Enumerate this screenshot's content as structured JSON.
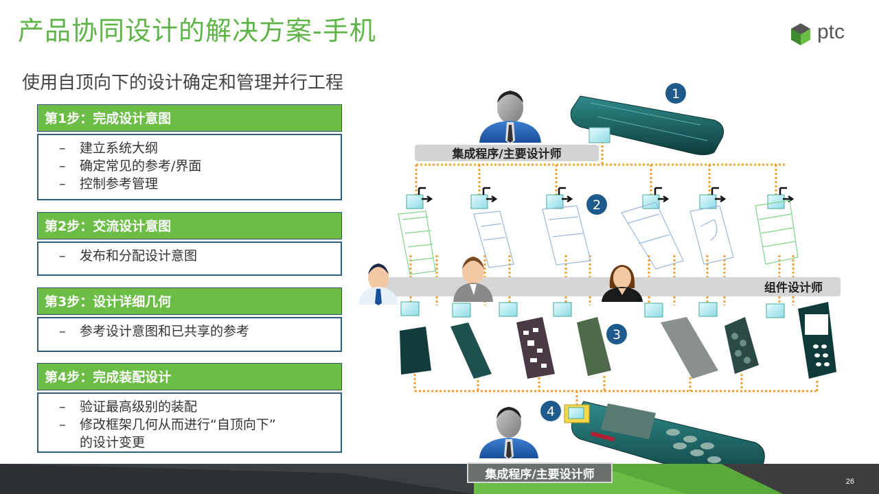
{
  "header": {
    "title": "产品协同设计的解决方案-手机",
    "logo_text": "ptc"
  },
  "subtitle": "使用自顶向下的设计确定和管理并行工程",
  "steps": [
    {
      "heading": "第1步：完成设计意图",
      "bullets": [
        "建立系统大纲",
        "确定常见的参考/界面",
        "控制参考管理"
      ]
    },
    {
      "heading": "第2步：交流设计意图",
      "bullets": [
        "发布和分配设计意图"
      ]
    },
    {
      "heading": "第3步：设计详细几何",
      "bullets": [
        "参考设计意图和已共享的参考"
      ]
    },
    {
      "heading": "第4步：完成装配设计",
      "bullets": [
        "验证最高级别的装配",
        "修改框架几何从而进行“自顶向下”",
        "的设计变更"
      ]
    }
  ],
  "bullet_dash": "–",
  "diagram": {
    "top_role_label": "集成程序/主要设计师",
    "component_role_label": "组件设计师",
    "bottom_role_label": "集成程序/主要设计师",
    "markers": [
      "1",
      "2",
      "3",
      "4"
    ]
  },
  "page_number": "26",
  "colors": {
    "title_green": "#5db547",
    "step_green": "#6cbd45",
    "border_blue": "#2f5a7a",
    "marker_blue": "#1f5a8c",
    "connector_orange": "#f0a030",
    "cube_cyan": "#b8eef5"
  }
}
